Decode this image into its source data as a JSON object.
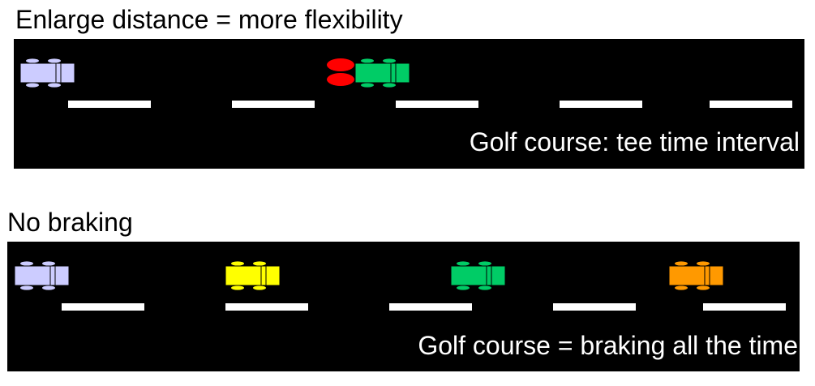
{
  "scene1": {
    "title": "Enlarge distance = more flexibility",
    "caption": "Golf course: tee time interval",
    "cars": [
      {
        "color": "#ccccff",
        "label": "lavender-car"
      },
      {
        "color": "#00cc66",
        "label": "green-car"
      }
    ],
    "brake_color": "#ff0000"
  },
  "scene2": {
    "title": "No braking",
    "caption": "Golf course = braking all the time",
    "cars": [
      {
        "color": "#ccccff",
        "label": "lavender-car"
      },
      {
        "color": "#ffff00",
        "label": "yellow-car"
      },
      {
        "color": "#00cc66",
        "label": "green-car"
      },
      {
        "color": "#ff9900",
        "label": "orange-car"
      }
    ]
  }
}
